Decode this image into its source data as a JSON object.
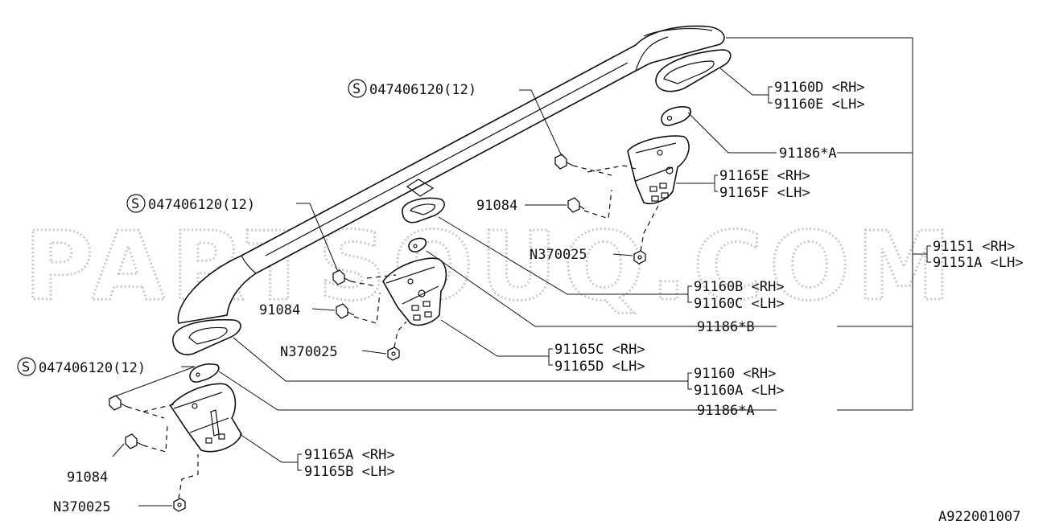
{
  "watermark": "PARTSOUQ.COM",
  "diagram_code": "A922001007",
  "bolt_symbol": "S",
  "labels": {
    "bolt_top": "047406120(12)",
    "bolt_mid": "047406120(12)",
    "bolt_bot": "047406120(12)",
    "p91160D": "91160D <RH>",
    "p91160E": "91160E <LH>",
    "p91186A_top": "91186*A",
    "p91165E": "91165E <RH>",
    "p91165F": "91165F <LH>",
    "p91084_top": "91084",
    "pN370025_top": "N370025",
    "p91151": "91151  <RH>",
    "p91151A": "91151A <LH>",
    "p91160B": "91160B <RH>",
    "p91160C": "91160C <LH>",
    "p91084_mid": "91084",
    "p91186B": "91186*B",
    "pN370025_mid": "N370025",
    "p91165C": "91165C <RH>",
    "p91165D": "91165D <LH>",
    "p91160": "91160  <RH>",
    "p91160A": "91160A <LH>",
    "p91186A_bot": "91186*A",
    "p91165A": "91165A <RH>",
    "p91165B": "91165B <LH>",
    "p91084_bot": "91084",
    "pN370025_bot": "N370025"
  }
}
